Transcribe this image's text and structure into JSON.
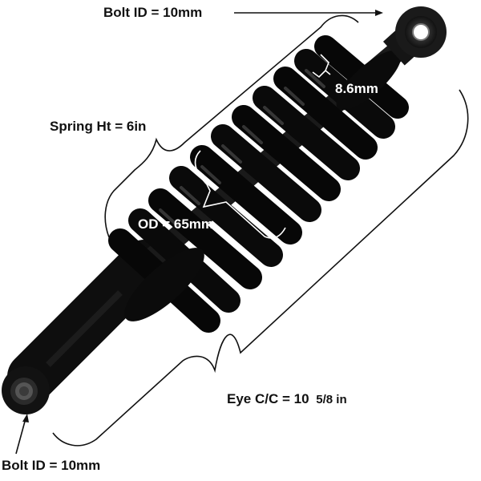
{
  "diagram": {
    "subject": "Rear shock absorber with black coil spring",
    "colors": {
      "background": "#ffffff",
      "shock_body": "#0d0d0d",
      "annotation_dark": "#111111",
      "annotation_light": "#ffffff"
    },
    "labels": {
      "bolt_id_top": "Bolt ID = 10mm",
      "wire_diameter": "8.6mm",
      "spring_height": "Spring Ht = 6in",
      "outer_diameter": "OD = 65mm",
      "eye_cc_main": "Eye C/C = 10",
      "eye_cc_fraction": "5/8 in",
      "bolt_id_bottom": "Bolt ID = 10mm"
    }
  }
}
